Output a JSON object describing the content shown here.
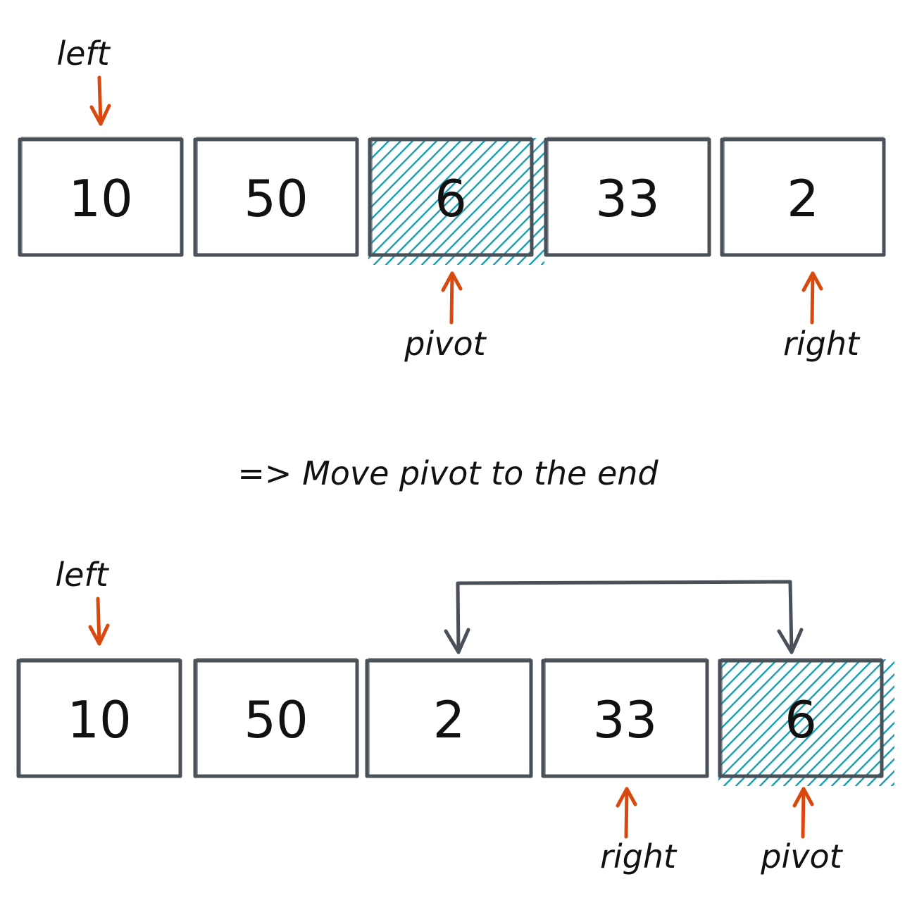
{
  "colors": {
    "box_stroke": "#495057",
    "hatch": "#1a9fb3",
    "pointer_arrow": "#d9480f",
    "text": "#111111"
  },
  "top_array": {
    "cells": [
      {
        "value": "10",
        "highlighted": false
      },
      {
        "value": "50",
        "highlighted": false
      },
      {
        "value": "6",
        "highlighted": true
      },
      {
        "value": "33",
        "highlighted": false
      },
      {
        "value": "2",
        "highlighted": false
      }
    ],
    "pointers": [
      {
        "label": "left",
        "cell_index": 0,
        "position": "above"
      },
      {
        "label": "pivot",
        "cell_index": 2,
        "position": "below"
      },
      {
        "label": "right",
        "cell_index": 4,
        "position": "below"
      }
    ]
  },
  "caption": "=> Move pivot to the end",
  "bottom_array": {
    "cells": [
      {
        "value": "10",
        "highlighted": false
      },
      {
        "value": "50",
        "highlighted": false
      },
      {
        "value": "2",
        "highlighted": false
      },
      {
        "value": "33",
        "highlighted": false
      },
      {
        "value": "6",
        "highlighted": true
      }
    ],
    "pointers": [
      {
        "label": "left",
        "cell_index": 0,
        "position": "above"
      },
      {
        "label": "right",
        "cell_index": 3,
        "position": "below"
      },
      {
        "label": "pivot",
        "cell_index": 4,
        "position": "below"
      }
    ],
    "swap": {
      "from_index": 2,
      "to_index": 4
    }
  }
}
